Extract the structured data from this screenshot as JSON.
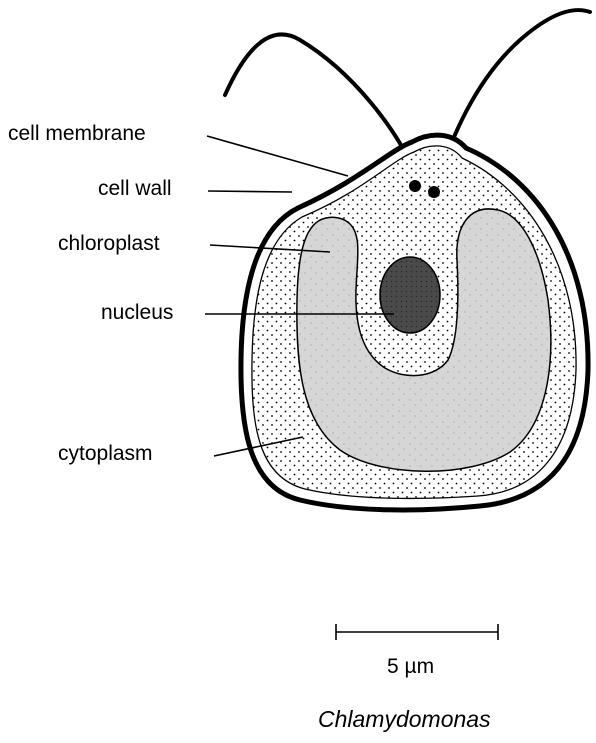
{
  "labels": {
    "cell_membrane": "cell membrane",
    "cell_wall": "cell wall",
    "chloroplast": "chloroplast",
    "nucleus": "nucleus",
    "cytoplasm": "cytoplasm"
  },
  "scale_bar": {
    "label": "5 µm"
  },
  "organism": "Chlamydomonas",
  "colors": {
    "outline": "#000000",
    "cytoplasm_stipple": "#000000",
    "chloroplast_fill": "#d6d6d6",
    "nucleus_fill": "#444444",
    "background": "#ffffff"
  }
}
